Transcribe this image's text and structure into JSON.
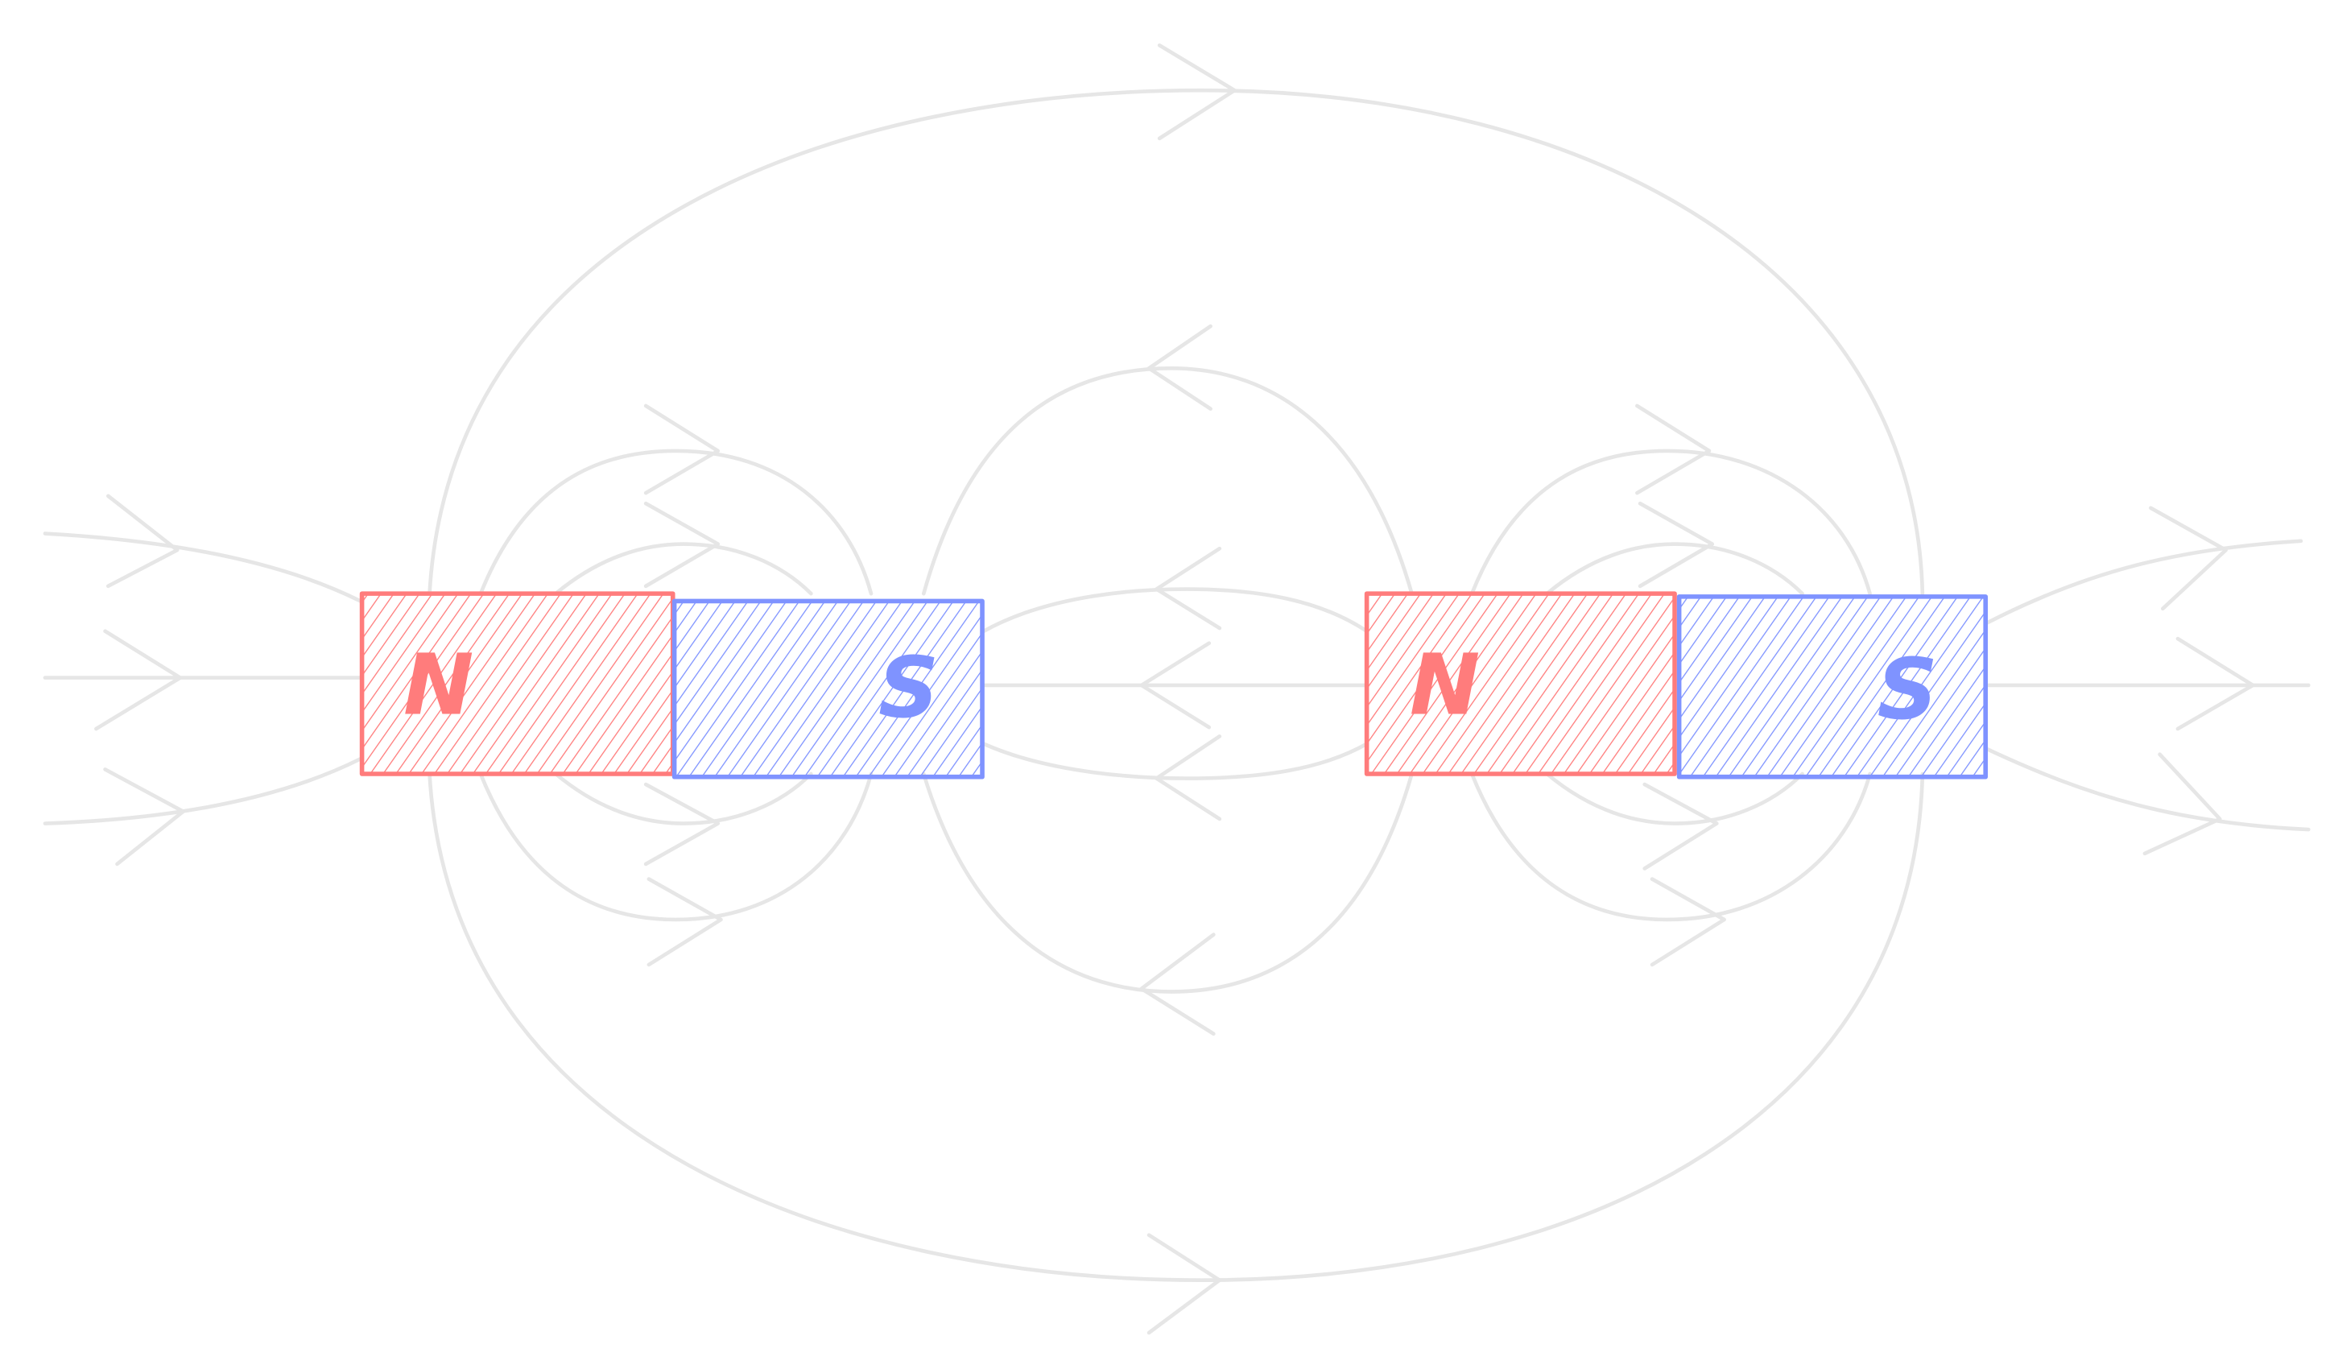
{
  "colors": {
    "background": "#ffffff",
    "field": "#e6e6e6",
    "north": "#ff7c7c",
    "south": "#7f93ff"
  },
  "magnets": [
    {
      "north_label": "N",
      "south_label": "S"
    },
    {
      "north_label": "N",
      "south_label": "S"
    }
  ]
}
